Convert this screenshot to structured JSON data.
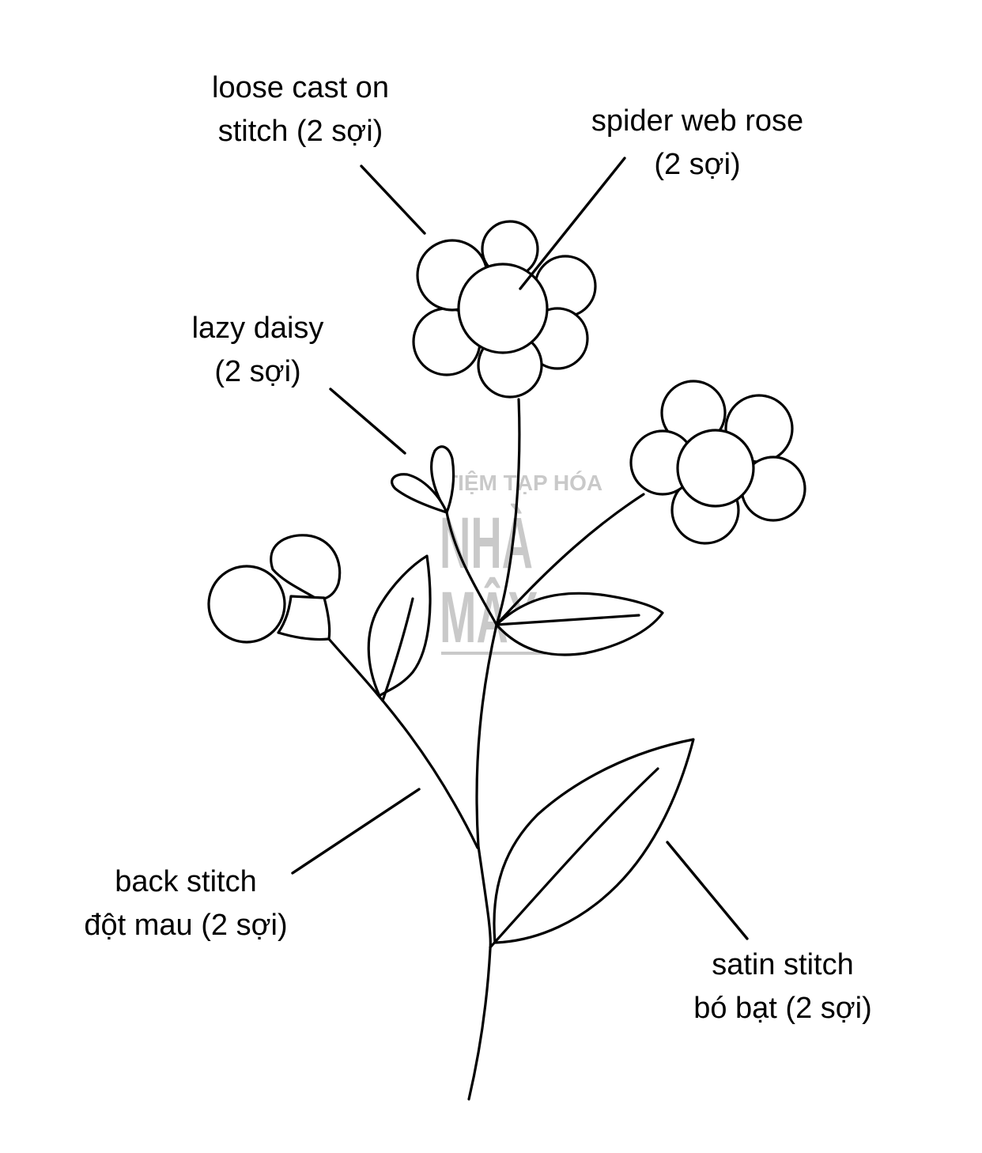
{
  "watermark": {
    "top_line": "TIỆM TẠP HÓA",
    "line1": "NHÀ",
    "line2": "MÂY",
    "icon": "yarn-ball-icon",
    "color": "#c9c9c9"
  },
  "labels": {
    "loose_cast_on": {
      "line1": "loose cast on",
      "line2": "stitch (2 sợi)"
    },
    "spider_web_rose": {
      "line1": "spider web rose",
      "line2": "(2 sợi)"
    },
    "lazy_daisy": {
      "line1": "lazy daisy",
      "line2": "(2 sợi)"
    },
    "back_stitch": {
      "line1": "back stitch",
      "line2": "đột mau (2 sợi)"
    },
    "satin_stitch": {
      "line1": "satin stitch",
      "line2": "bó bạt (2 sợi)"
    }
  },
  "colors": {
    "line": "#000000",
    "background": "#ffffff"
  }
}
